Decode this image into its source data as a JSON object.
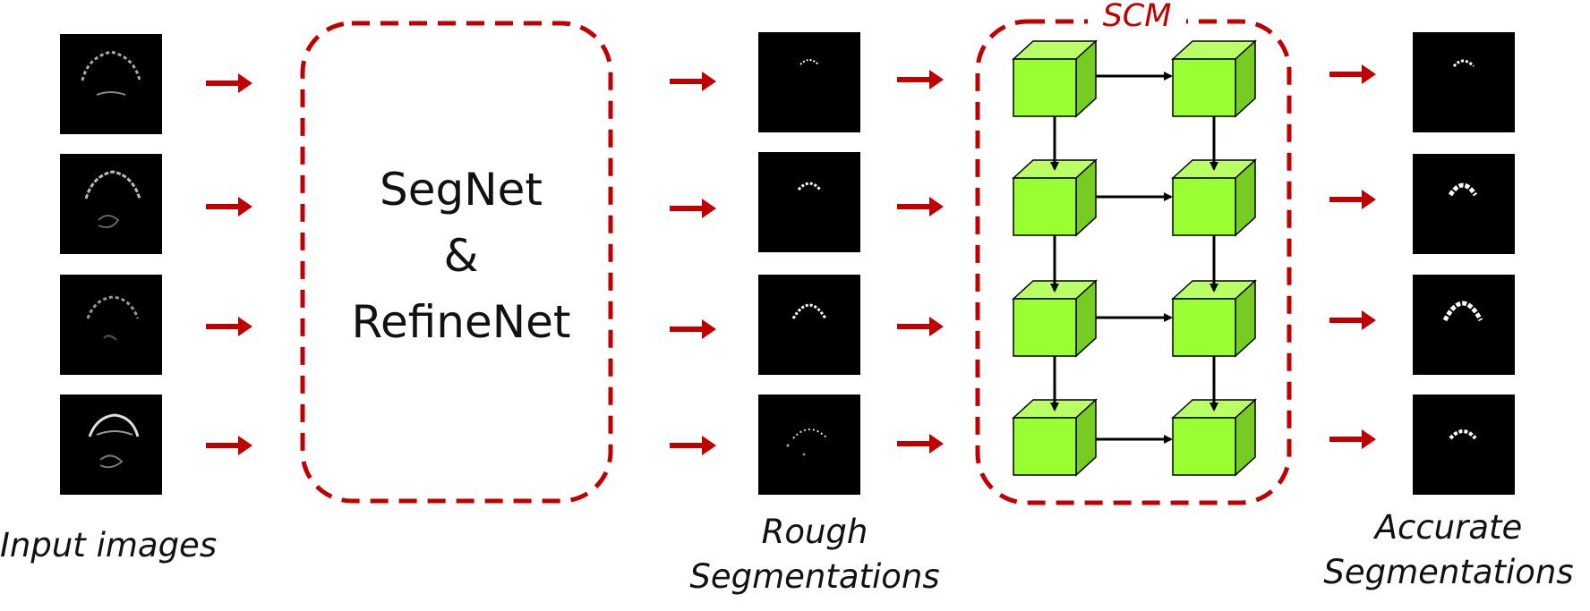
{
  "labels": {
    "input": "Input images",
    "rough_line1": "Rough",
    "rough_line2": "Segmentations",
    "accurate_line1": "Accurate",
    "accurate_line2": "Segmentations"
  },
  "network_block": {
    "line1": "SegNet",
    "line2": "&",
    "line3": "RefineNet"
  },
  "scm_block": {
    "title": "SCM",
    "rows": 4,
    "cols": 2
  },
  "colors": {
    "arrow_red": "#c00000",
    "dashed_border": "#c00000",
    "cube_front": "#99ff33",
    "cube_top": "#bbff66",
    "cube_side": "#77cc22",
    "image_bg": "#000000"
  },
  "icons": {
    "flow_arrow": "right-arrow-icon",
    "cube": "cube-icon",
    "connector": "black-arrow-icon"
  }
}
